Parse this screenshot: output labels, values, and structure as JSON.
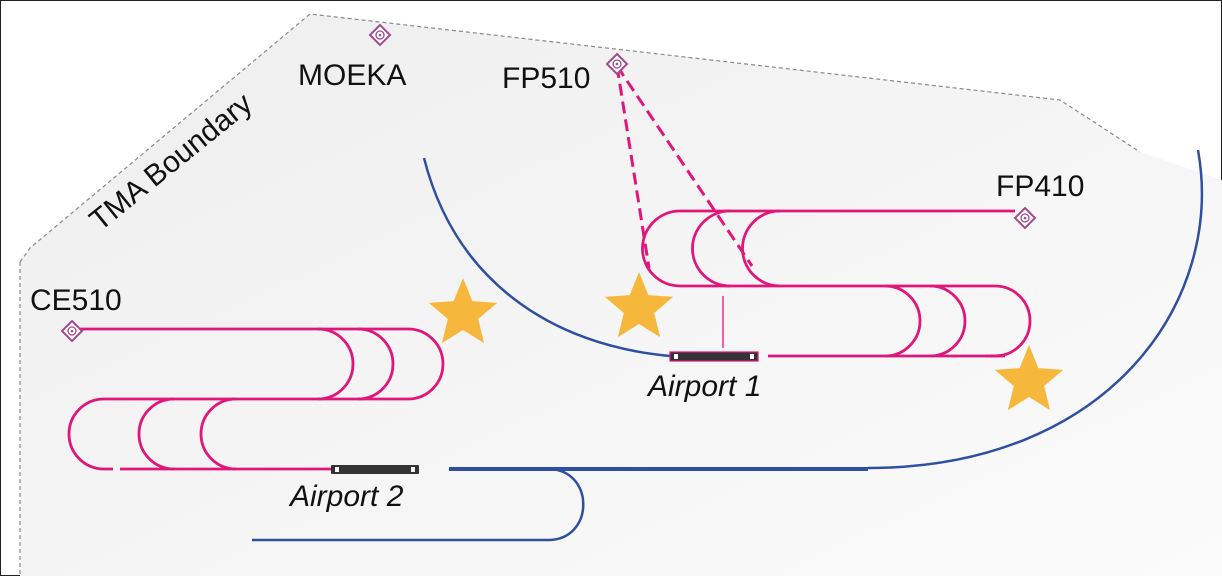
{
  "labels": {
    "tma_boundary": "TMA Boundary",
    "waypoints": {
      "moeka": "MOEKA",
      "fp510": "FP510",
      "fp410": "FP410",
      "ce510": "CE510"
    },
    "airports": {
      "airport1": "Airport 1",
      "airport2": "Airport 2"
    }
  },
  "colors": {
    "holding_pattern": "#e0167a",
    "boundary_arc": "#2f4fa0",
    "star": "#f5b83d",
    "waypoint": "#a04c8c",
    "tma_fill": "#f2f2f2",
    "tma_outline": "#8a8a8a",
    "runway": "#333333"
  },
  "icons": {
    "waypoint_symbol": "diamond-with-circle-icon",
    "merge_point_symbol": "star-icon",
    "runway_symbol": "runway-icon"
  }
}
